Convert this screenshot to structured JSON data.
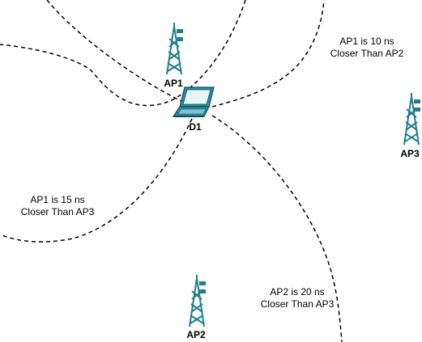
{
  "devices": {
    "ap1": {
      "label": "AP1",
      "icon": "cell-tower-icon"
    },
    "ap2": {
      "label": "AP2",
      "icon": "cell-tower-icon"
    },
    "ap3": {
      "label": "AP3",
      "icon": "cell-tower-icon"
    },
    "d1": {
      "label": "D1",
      "icon": "laptop-icon"
    }
  },
  "annotations": {
    "ap1_ap2": {
      "line1": "AP1 is 10 ns",
      "line2": "Closer Than AP2"
    },
    "ap1_ap3": {
      "line1": "AP1 is 15 ns",
      "line2": "Closer Than AP3"
    },
    "ap2_ap3": {
      "line1": "AP2 is 20 ns",
      "line2": "Closer Than AP3"
    }
  },
  "colors": {
    "tower": "#1f7f8c",
    "laptop_body": "#2a8ea0",
    "curve": "#000000"
  }
}
